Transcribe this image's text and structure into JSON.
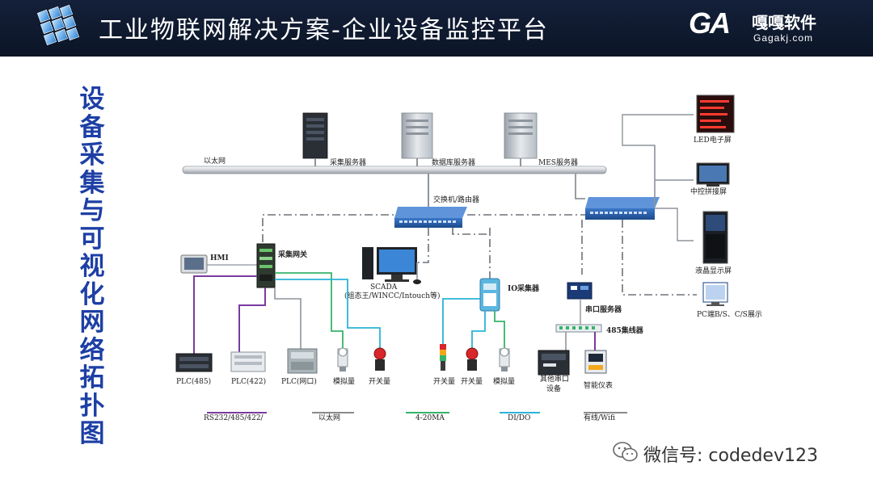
{
  "header": {
    "title": "工业物联网解决方案-企业设备监控平台",
    "brand_logo": "GA",
    "brand_name": "嘎嘎软件",
    "brand_url": "Gagakj.com"
  },
  "side_title": "设备采集与可视化网络拓扑图",
  "network": {
    "ethernet_bus": "以太网",
    "servers": [
      "采集服务器",
      "数据库服务器",
      "MES服务器"
    ],
    "switch": "交换机/路由器",
    "displays": [
      "LED电子屏",
      "中控拼接屏",
      "液晶显示屏",
      "PC端B/S、C/S展示"
    ],
    "hmi": "HMI",
    "gateway": "采集网关",
    "scada_line1": "SCADA",
    "scada_line2": "(组态王/WINCC/Intouch等)",
    "io_collector": "IO采集器",
    "serial_server": "串口服务器",
    "hub": "485集线器",
    "devices": [
      "PLC(485)",
      "PLC(422)",
      "PLC(网口)",
      "模拟量",
      "开关量",
      "开关量",
      "开关量",
      "模拟量",
      "其他串口",
      "设备",
      "智能仪表"
    ]
  },
  "legend": [
    {
      "label": "RS232/485/422/",
      "color": "#7a3a9e"
    },
    {
      "label": "以太网",
      "color": "#8a8a8a"
    },
    {
      "label": "4-20MA",
      "color": "#36b36a"
    },
    {
      "label": "DI/DO",
      "color": "#2ab4d6"
    },
    {
      "label": "有线/Wifi",
      "color": "#8a8a8a"
    }
  ],
  "watermark": "微信号: codedev123",
  "icons": [
    "cubes-logo-icon",
    "server-icon",
    "switch-icon",
    "monitor-icon",
    "plc-icon",
    "sensor-icon",
    "wechat-icon"
  ]
}
